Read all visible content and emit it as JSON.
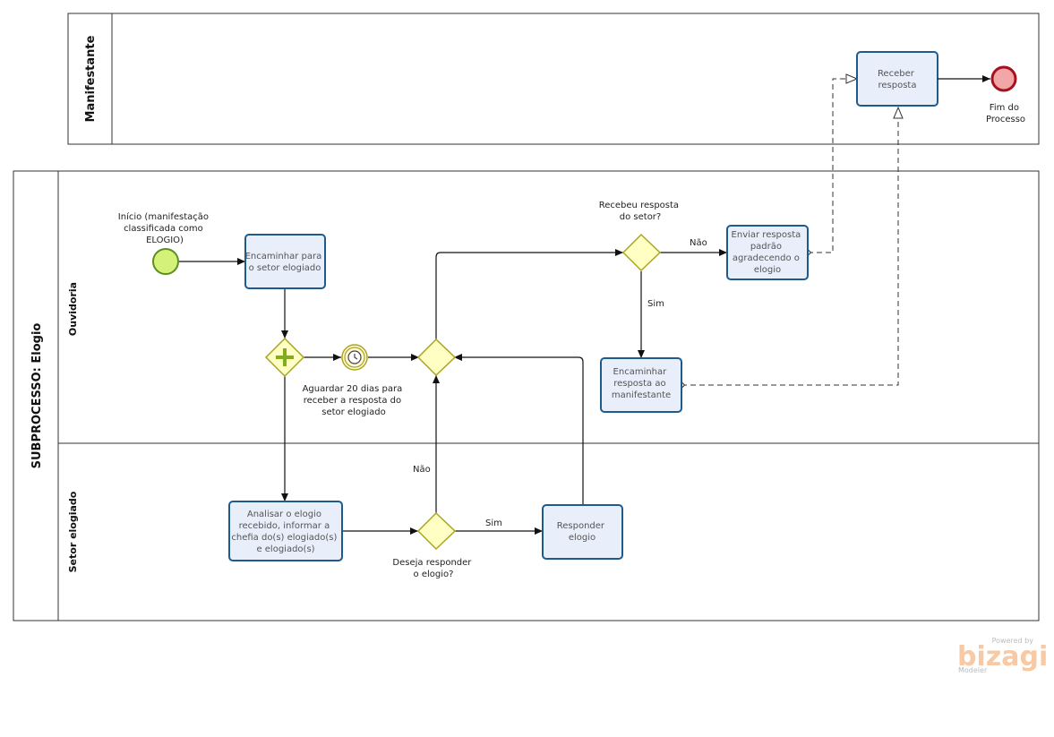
{
  "pools": {
    "manifestante": "Manifestante",
    "subprocesso": "SUBPROCESSO: Elogio"
  },
  "lanes": {
    "ouvidoria": "Ouvidoria",
    "setor": "Setor elogiado"
  },
  "events": {
    "start": [
      "Início (manifestação",
      "classificada como",
      "ELOGIO)"
    ],
    "end": [
      "Fim do",
      "Processo"
    ],
    "timer": [
      "Aguardar 20 dias para",
      "receber a resposta do",
      "setor elogiado"
    ]
  },
  "tasks": {
    "encaminhar_setor": [
      "Encaminhar para",
      "o setor elogiado"
    ],
    "enviar_resposta": [
      "Enviar resposta",
      "padrão",
      "agradecendo o",
      "elogio"
    ],
    "encaminhar_resposta": [
      "Encaminhar",
      "resposta ao",
      "manifestante"
    ],
    "analisar": [
      "Analisar o elogio",
      "recebido, informar a",
      "chefia do(s) elogiado(s)",
      "e elogiado(s)"
    ],
    "responder": [
      "Responder",
      "elogio"
    ],
    "receber": [
      "Receber",
      "resposta"
    ]
  },
  "gateways": {
    "recebeu": [
      "Recebeu resposta",
      "do setor?"
    ],
    "deseja": [
      "Deseja responder",
      "o elogio?"
    ]
  },
  "flow_labels": {
    "nao_top": "Não",
    "sim_top": "Sim",
    "nao_bottom": "Não",
    "sim_bottom": "Sim"
  },
  "logo": {
    "powered": "Powered by",
    "brand": "bizagi",
    "product": "Modeler"
  },
  "colors": {
    "task_fill": "#e8eefa",
    "task_stroke": "#1e5b8c",
    "start_fill": "#d4f27a",
    "end_fill": "#f2a6a6",
    "gateway_fill": "#ffffc4"
  }
}
